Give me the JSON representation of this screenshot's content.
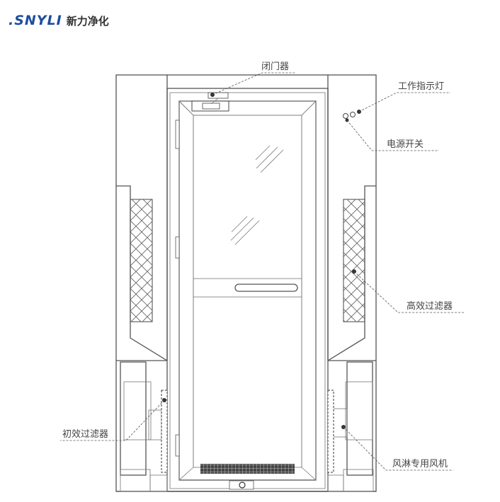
{
  "brand": {
    "name": ".SNYLI",
    "cn_name": "新力净化",
    "color": "#1e4d9e"
  },
  "labels": {
    "door_closer": "闭门器",
    "indicator_light": "工作指示灯",
    "power_switch": "电源开关",
    "hepa_filter": "高效过滤器",
    "primary_filter": "初效过滤器",
    "fan": "风淋专用风机"
  }
}
